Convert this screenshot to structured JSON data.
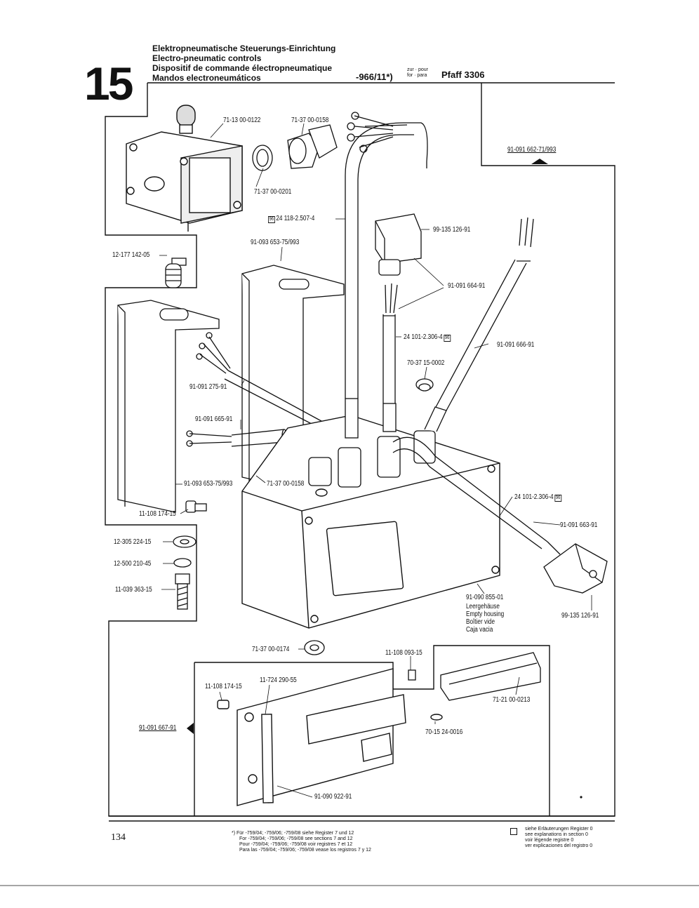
{
  "header": {
    "section_number": "15",
    "titles": [
      "Elektropneumatische Steuerungs-Einrichtung",
      "Electro-pneumatic controls",
      "Dispositif de commande électropneumatique",
      "Mandos electroneumáticos"
    ],
    "code": "-966/11*)",
    "zur_pour": "zur · pour",
    "for_para": "for · para",
    "model": "Pfaff 3306"
  },
  "parts": {
    "p1": "71-13 00-0122",
    "p2": "71-37 00-0158",
    "p3": "91-091 662-71/993",
    "p4": "71-37 00-0201",
    "p5": "24 118-2.507-4",
    "p6": "99-135 126-91",
    "p7": "12-177 142-05",
    "p8": "91-093 653-75/993",
    "p9": "91-091 664-91",
    "p10": "24 101-2.306-4",
    "p11": "91-091 666-91",
    "p12": "70-37 15-0002",
    "p13": "91-091 275-91",
    "p14": "91-091 665-91",
    "p15": "91-093 653-75/993",
    "p16": "71-37 00-0158",
    "p17": "24 101-2.306-4",
    "p18": "11-108 174-15",
    "p19": "91-091 663-91",
    "p20": "12-305 224-15",
    "p21": "12-500 210-45",
    "p22": "11-039 363-15",
    "p23": "91-090 855-01",
    "p24": "99-135 126-91",
    "p25": "71-37 00-0174",
    "p26": "11-108 093-15",
    "p27": "11-108 174-15",
    "p28": "11-724 290-55",
    "p29": "71-21 00-0213",
    "p30": "91-091 667-91",
    "p31": "70-15 24-0016",
    "p32": "91-090 922-91"
  },
  "housing_desc": [
    "Leergehäuse",
    "Empty housing",
    "Boîtier vide",
    "Caja vacia"
  ],
  "badge": "96",
  "footer": {
    "page": "134",
    "notes": [
      "*) Für -759/04; -759/06; -759/08 siehe Register 7 und 12",
      "For -759/04; -759/06; -759/08 see sections 7 and 12",
      "Pour -759/04; -759/06; -759/08 voir registres 7 et 12",
      "Para las -759/04; -759/06; -759/08 vease los registros 7 y 12"
    ],
    "legend": [
      "siehe Erläuterungen Register 0",
      "see explanations in section 0",
      "voir légende registre 0",
      "ver explicaciones del registro 0"
    ]
  }
}
